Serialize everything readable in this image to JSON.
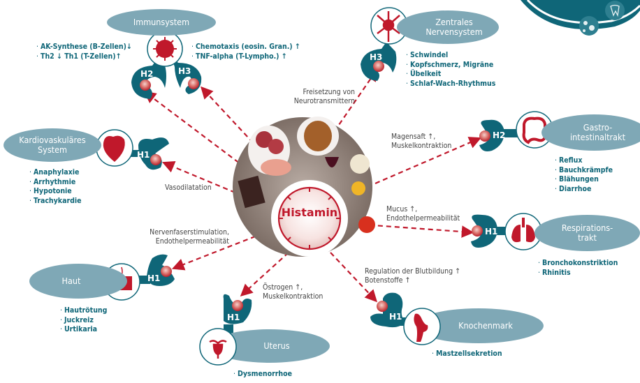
{
  "center": {
    "label": "Histamin"
  },
  "organs": {
    "immunsystem": {
      "title_lines": [
        "Immunsystem"
      ],
      "icon": "virus-icon",
      "receptors": [
        "H2",
        "H3"
      ],
      "left_list": [
        "AK-Synthese (B-Zellen)↓",
        "Th2 ↓  Th1  (T-Zellen)↑"
      ],
      "right_list": [
        "Chemotaxis (eosin. Gran.) ↑",
        "TNF-alpha (T-Lympho.) ↑"
      ]
    },
    "zns": {
      "title_lines": [
        "Zentrales",
        "Nervensystem"
      ],
      "icon": "neuron-icon",
      "receptor": "H3",
      "effect": [
        "Freisetzung von",
        "Neurotransmittern"
      ],
      "symptoms": [
        "Schwindel",
        "Kopfschmerz, Migräne",
        "Übelkeit",
        "Schlaf-Wach-Rhythmus"
      ]
    },
    "kardio": {
      "title_lines": [
        "Kardiovaskuläres",
        "System"
      ],
      "icon": "heart-icon",
      "receptor": "H1",
      "effect": [
        "Vasodilatation"
      ],
      "symptoms": [
        "Anaphylaxie",
        "Arrhythmie",
        "Hypotonie",
        "Trachykardie"
      ]
    },
    "gastro": {
      "title_lines": [
        "Gastro-",
        "intestinaltrakt"
      ],
      "icon": "intestine-icon",
      "receptor": "H2",
      "effect": [
        "Magensaft ↑,",
        "Muskelkontraktion"
      ],
      "symptoms": [
        "Reflux",
        "Bauchkrämpfe",
        "Blähungen",
        "Diarrhoe"
      ]
    },
    "respiration": {
      "title_lines": [
        "Respirations-",
        "trakt"
      ],
      "icon": "lungs-icon",
      "receptor": "H1",
      "effect": [
        "Mucus ↑,",
        "Endothelpermeabilität"
      ],
      "symptoms": [
        "Bronchokonstriktion",
        "Rhinitis"
      ]
    },
    "haut": {
      "title_lines": [
        "Haut"
      ],
      "icon": "skin-hair-icon",
      "receptor": "H1",
      "effect": [
        "Nervenfaserstimulation,",
        "Endothelpermeabilität"
      ],
      "symptoms": [
        "Hautrötung",
        "Juckreiz",
        "Urtikaria"
      ]
    },
    "uterus": {
      "title_lines": [
        "Uterus"
      ],
      "icon": "uterus-icon",
      "receptor": "H1",
      "effect": [
        "Östrogen ↑,",
        "Muskelkontraktion"
      ],
      "symptoms": [
        "Dysmenorrhoe"
      ]
    },
    "knochenmark": {
      "title_lines": [
        "Knochenmark"
      ],
      "icon": "bone-joint-icon",
      "receptor": "H1",
      "effect": [
        "Regulation der Blutbildung ↑",
        "Botenstoffe ↑"
      ],
      "symptoms": [
        "Mastzellsekretion"
      ]
    }
  },
  "colors": {
    "oval": "#7fa8b6",
    "receptor": "#0f6678",
    "accent_red": "#c0182b",
    "symptom_text": "#0f6678",
    "effect_text": "#444444"
  }
}
